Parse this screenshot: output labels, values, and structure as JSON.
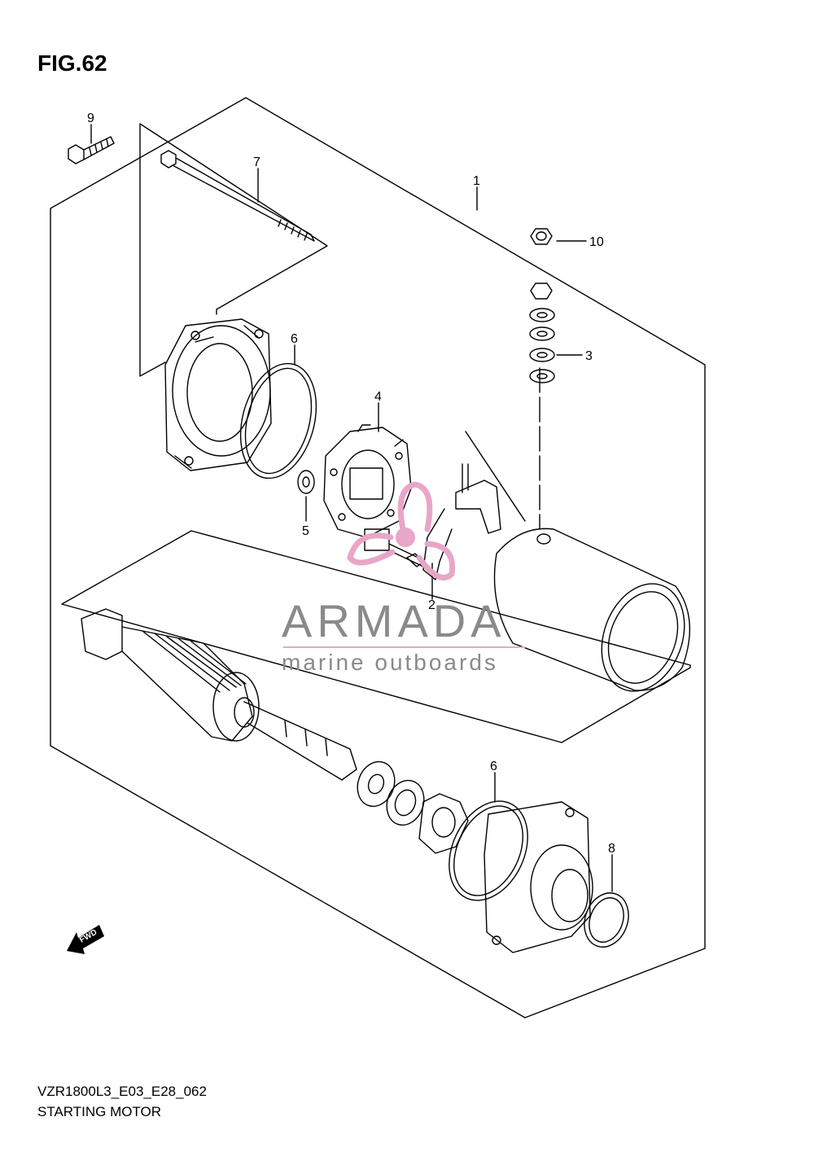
{
  "figure": {
    "title": "FIG.62",
    "model_code": "VZR1800L3_E03_E28_062",
    "caption": "STARTING MOTOR"
  },
  "callouts": [
    {
      "id": "1",
      "label": "1"
    },
    {
      "id": "2",
      "label": "2"
    },
    {
      "id": "3",
      "label": "3"
    },
    {
      "id": "4",
      "label": "4"
    },
    {
      "id": "5",
      "label": "5"
    },
    {
      "id": "6a",
      "label": "6"
    },
    {
      "id": "6b",
      "label": "6"
    },
    {
      "id": "7",
      "label": "7"
    },
    {
      "id": "8",
      "label": "8"
    },
    {
      "id": "9",
      "label": "9"
    },
    {
      "id": "10",
      "label": "10"
    }
  ],
  "watermark": {
    "brand": "ARMADA",
    "tagline": "marine outboards",
    "logo_color": "#e8a6c8",
    "text_color": "#8a8a8a"
  },
  "direction_badge": {
    "label": "FWD"
  },
  "colors": {
    "line": "#000000",
    "background": "#ffffff"
  }
}
